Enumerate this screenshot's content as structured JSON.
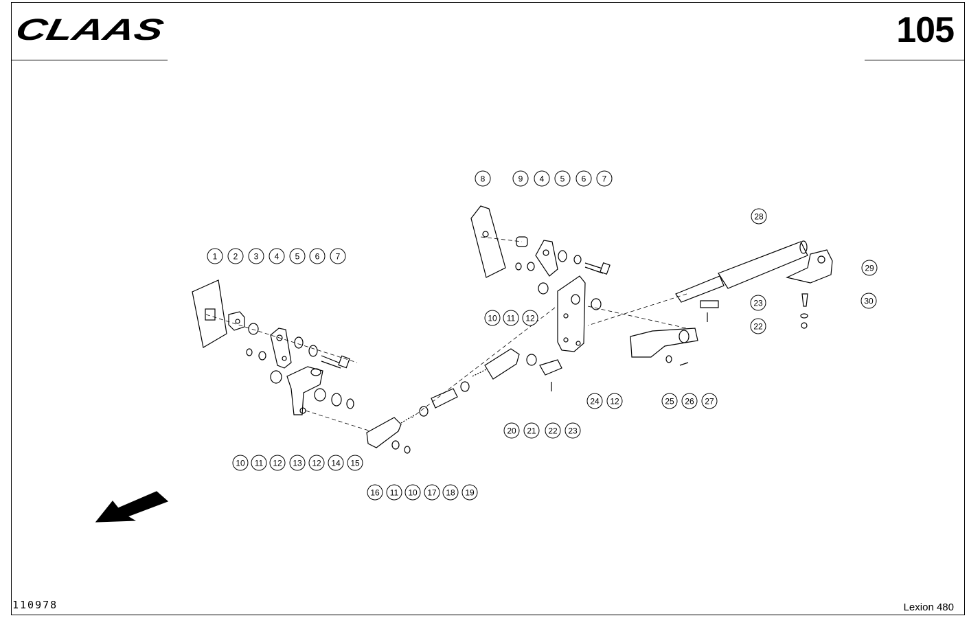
{
  "header": {
    "brand": "CLAAS",
    "page_number": "105"
  },
  "footer": {
    "drawing_number": "110978",
    "model": "Lexion 480"
  },
  "callouts": [
    "1",
    "2",
    "3",
    "4",
    "5",
    "6",
    "7",
    "10",
    "11",
    "12",
    "13",
    "12",
    "14",
    "15",
    "16",
    "11",
    "10",
    "17",
    "18",
    "19",
    "20",
    "21",
    "22",
    "23",
    "8",
    "9",
    "4",
    "5",
    "6",
    "7",
    "10",
    "11",
    "12",
    "24",
    "12",
    "25",
    "26",
    "27",
    "28",
    "29",
    "23",
    "22",
    "30"
  ],
  "colors": {
    "ink": "#000000",
    "paper": "#ffffff"
  }
}
